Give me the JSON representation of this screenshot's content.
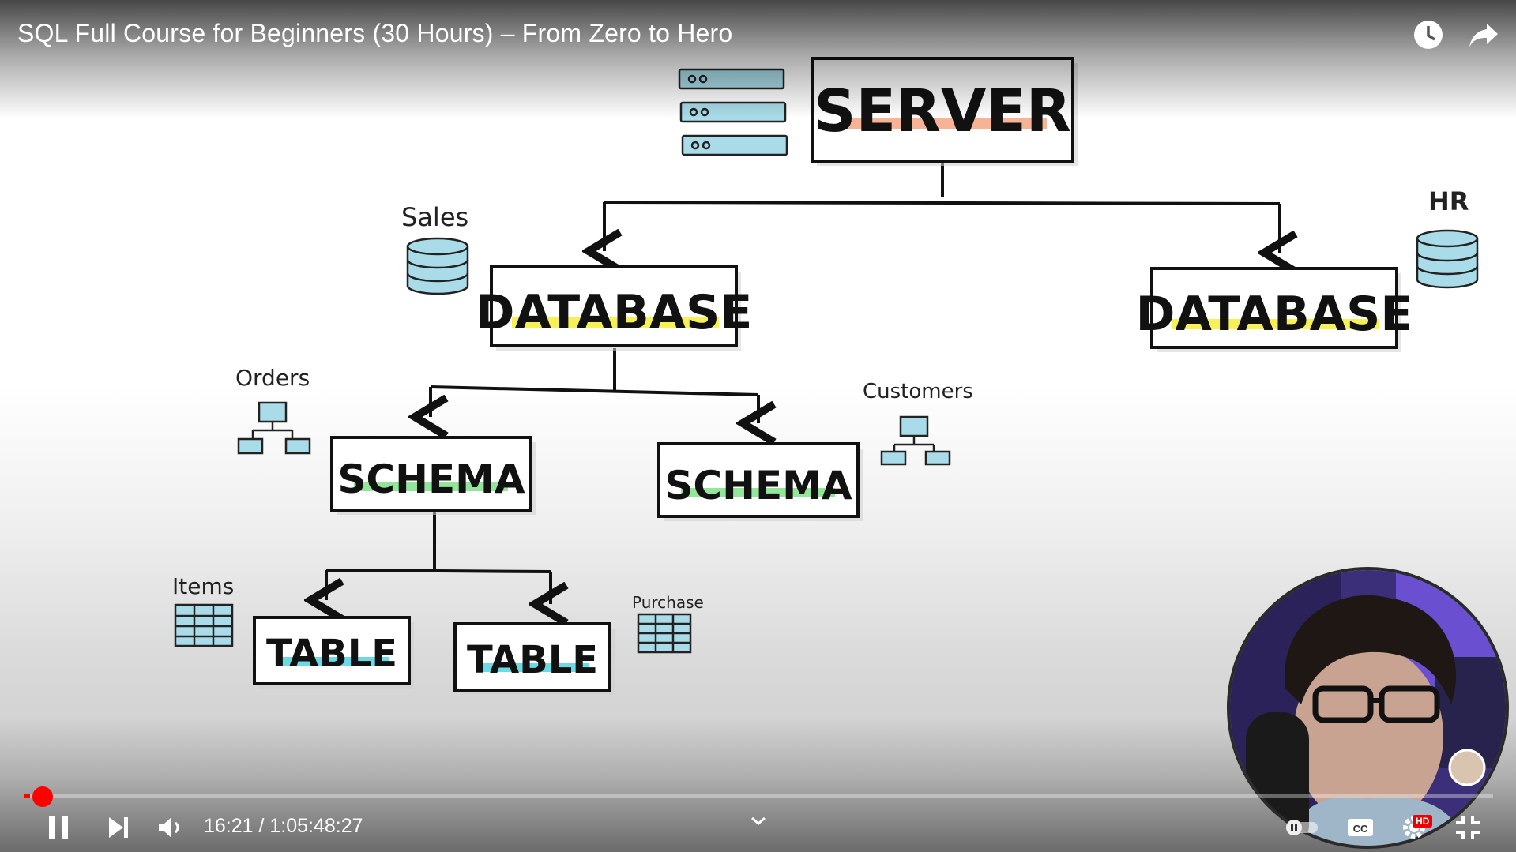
{
  "video": {
    "title": "SQL Full Course for Beginners (30 Hours) – From Zero to Hero",
    "time_current": "16:21",
    "time_total": "1:05:48:27",
    "time_display": "16:21 / 1:05:48:27",
    "progress": 0.0041,
    "quality_badge": "HD"
  },
  "top_actions": {
    "watch_later_icon": "clock-icon",
    "share_icon": "share-arrow-icon"
  },
  "diagram": {
    "server": "SERVER",
    "databases": [
      {
        "label": "DATABASE",
        "name": "Sales"
      },
      {
        "label": "DATABASE",
        "name": "HR"
      }
    ],
    "schemas": [
      {
        "label": "SCHEMA",
        "name": "Orders"
      },
      {
        "label": "SCHEMA",
        "name": "Customers"
      }
    ],
    "tables": [
      {
        "label": "TABLE",
        "name": "Items"
      },
      {
        "label": "TABLE",
        "name": "Purchase"
      }
    ]
  },
  "controls": {
    "pause_icon": "pause-icon",
    "next_icon": "next-icon",
    "volume_icon": "volume-icon",
    "chevron_icon": "chevron-down-icon",
    "autoplay_icon": "autoplay-toggle-icon",
    "cc_label": "CC",
    "settings_icon": "gear-icon",
    "exit_fullscreen_icon": "exit-fullscreen-icon"
  },
  "colors": {
    "progress": "#ff0000",
    "server_highlight": "#f4a07a",
    "database_highlight": "#f5ef3a",
    "schema_highlight": "#7fe08a",
    "table_highlight": "#52d2e0",
    "icon_fill": "#a9dbe8"
  }
}
